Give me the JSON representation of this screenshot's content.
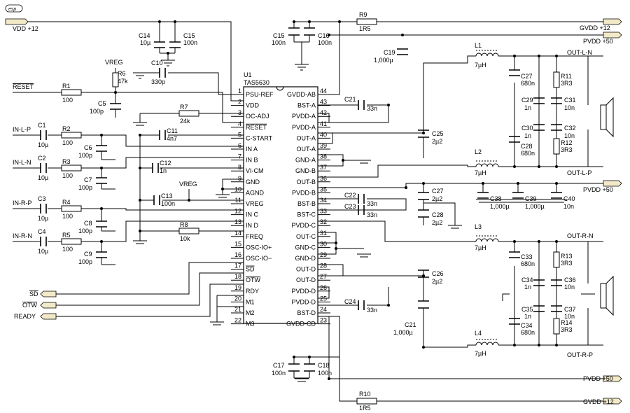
{
  "logo": "esp",
  "rails": {
    "vdd12": "VDD +12",
    "gvdd12_top": "GVDD +12",
    "pvdd50_top": "PVDD +50",
    "pvdd50_mid": "PVDD +50",
    "pvdd50_bot": "PVDD +50",
    "gvdd12_bot": "GVDD +12"
  },
  "signals": {
    "reset": "RESET",
    "in_l_p": "IN-L-P",
    "in_l_n": "IN-L-N",
    "in_r_p": "IN-R-P",
    "in_r_n": "IN-R-N",
    "sd": "SD",
    "otw": "OTW",
    "ready": "READY",
    "vreg1": "VREG",
    "vreg2": "VREG"
  },
  "outputs": {
    "l_n": "OUT-L-N",
    "l_p": "OUT-L-P",
    "r_n": "OUT-R-N",
    "r_p": "OUT-R-P"
  },
  "ic": {
    "ref": "U1",
    "part": "TAS5630"
  },
  "left_pins": [
    {
      "n": "1",
      "name": "PSU-REF"
    },
    {
      "n": "2",
      "name": "VDD"
    },
    {
      "n": "3",
      "name": "OC-ADJ"
    },
    {
      "n": "4",
      "name": "RESET"
    },
    {
      "n": "5",
      "name": "C-START"
    },
    {
      "n": "6",
      "name": "IN A"
    },
    {
      "n": "7",
      "name": "IN B"
    },
    {
      "n": "8",
      "name": "VI-CM"
    },
    {
      "n": "9",
      "name": "GND"
    },
    {
      "n": "10",
      "name": "AGND"
    },
    {
      "n": "11",
      "name": "VREG"
    },
    {
      "n": "12",
      "name": "IN C"
    },
    {
      "n": "13",
      "name": "IN D"
    },
    {
      "n": "14",
      "name": "FREQ"
    },
    {
      "n": "15",
      "name": "OSC-IO+"
    },
    {
      "n": "16",
      "name": "OSC-IO−"
    },
    {
      "n": "17",
      "name": "SD"
    },
    {
      "n": "18",
      "name": "OTW"
    },
    {
      "n": "19",
      "name": "RDY"
    },
    {
      "n": "20",
      "name": "M1"
    },
    {
      "n": "21",
      "name": "M2"
    },
    {
      "n": "22",
      "name": "M3"
    }
  ],
  "right_pins": [
    {
      "n": "44",
      "name": "GVDD-AB"
    },
    {
      "n": "43",
      "name": "BST-A"
    },
    {
      "n": "42",
      "name": "PVDD-A"
    },
    {
      "n": "41",
      "name": "PVDD-A"
    },
    {
      "n": "40",
      "name": "OUT-A"
    },
    {
      "n": "39",
      "name": "OUT-A"
    },
    {
      "n": "38",
      "name": "GND-A"
    },
    {
      "n": "37",
      "name": "GND-B"
    },
    {
      "n": "36",
      "name": "OUT-B"
    },
    {
      "n": "35",
      "name": "PVDD-B"
    },
    {
      "n": "34",
      "name": "BST-B"
    },
    {
      "n": "33",
      "name": "BST-C"
    },
    {
      "n": "32",
      "name": "PVDD-C"
    },
    {
      "n": "31",
      "name": "OUT-C"
    },
    {
      "n": "30",
      "name": "GND-C"
    },
    {
      "n": "29",
      "name": "GND-D"
    },
    {
      "n": "28",
      "name": "OUT-D"
    },
    {
      "n": "27",
      "name": "OUT-D"
    },
    {
      "n": "26",
      "name": "PVDD-D"
    },
    {
      "n": "25",
      "name": "PVDD-D"
    },
    {
      "n": "24",
      "name": "BST-D"
    },
    {
      "n": "23",
      "name": "GVDD-CD"
    }
  ],
  "parts": {
    "R1": {
      "ref": "R1",
      "val": "100"
    },
    "R2": {
      "ref": "R2",
      "val": "100"
    },
    "R3": {
      "ref": "R3",
      "val": "100"
    },
    "R4": {
      "ref": "R4",
      "val": "100"
    },
    "R5": {
      "ref": "R5",
      "val": "100"
    },
    "R6": {
      "ref": "R6",
      "val": "47k"
    },
    "R7": {
      "ref": "R7",
      "val": "24k"
    },
    "R8": {
      "ref": "R8",
      "val": "10k"
    },
    "R9": {
      "ref": "R9",
      "val": "1R5"
    },
    "R10": {
      "ref": "R10",
      "val": "1R5"
    },
    "R11": {
      "ref": "R11",
      "val": "3R3"
    },
    "R12": {
      "ref": "R12",
      "val": "3R3"
    },
    "R13": {
      "ref": "R13",
      "val": "3R3"
    },
    "R14": {
      "ref": "R14",
      "val": "3R3"
    },
    "C1": {
      "ref": "C1",
      "val": "10µ"
    },
    "C2": {
      "ref": "C2",
      "val": "10µ"
    },
    "C3": {
      "ref": "C3",
      "val": "10µ"
    },
    "C4": {
      "ref": "C4",
      "val": "10µ"
    },
    "C5": {
      "ref": "C5",
      "val": "100p"
    },
    "C6": {
      "ref": "C6",
      "val": "100p"
    },
    "C7": {
      "ref": "C7",
      "val": "100p"
    },
    "C8": {
      "ref": "C8",
      "val": "100p"
    },
    "C9": {
      "ref": "C9",
      "val": "100p"
    },
    "C10": {
      "ref": "C10",
      "val": "330p"
    },
    "C11": {
      "ref": "C11",
      "val": "4n7"
    },
    "C12": {
      "ref": "C12",
      "val": "1n"
    },
    "C13": {
      "ref": "C13",
      "val": "100n"
    },
    "C14": {
      "ref": "C14",
      "val": "10µ"
    },
    "C15a": {
      "ref": "C15",
      "val": "100n"
    },
    "C15b": {
      "ref": "C15",
      "val": "100n"
    },
    "C16": {
      "ref": "C16",
      "val": "100n"
    },
    "C17": {
      "ref": "C17",
      "val": "100n"
    },
    "C18": {
      "ref": "C18",
      "val": "100n"
    },
    "C19": {
      "ref": "C19",
      "val": "1,000µ"
    },
    "C21a": {
      "ref": "C21",
      "val": "33n"
    },
    "C21b": {
      "ref": "C21",
      "val": "1,000µ"
    },
    "C22": {
      "ref": "C22",
      "val": "33n"
    },
    "C23": {
      "ref": "C23",
      "val": "33n"
    },
    "C24": {
      "ref": "C24",
      "val": "33n"
    },
    "C25": {
      "ref": "C25",
      "val": "2µ2"
    },
    "C26": {
      "ref": "C26",
      "val": "2µ2"
    },
    "C27a": {
      "ref": "C27",
      "val": "680n"
    },
    "C27b": {
      "ref": "C27",
      "val": "2µ2"
    },
    "C28a": {
      "ref": "C28",
      "val": "680n"
    },
    "C28b": {
      "ref": "C28",
      "val": "2µ2"
    },
    "C29": {
      "ref": "C29",
      "val": "1n"
    },
    "C30": {
      "ref": "C30",
      "val": "1n"
    },
    "C31": {
      "ref": "C31",
      "val": "10n"
    },
    "C32": {
      "ref": "C32",
      "val": "10n"
    },
    "C33": {
      "ref": "C33",
      "val": "680n"
    },
    "C34a": {
      "ref": "C34",
      "val": "1n"
    },
    "C34b": {
      "ref": "C34",
      "val": "680n"
    },
    "C35": {
      "ref": "C35",
      "val": "1n"
    },
    "C36": {
      "ref": "C36",
      "val": "10n"
    },
    "C37": {
      "ref": "C37",
      "val": "10n"
    },
    "C38": {
      "ref": "C38",
      "val": "1,000µ"
    },
    "C39": {
      "ref": "C39",
      "val": "1,000µ"
    },
    "C40": {
      "ref": "C40",
      "val": "10n"
    },
    "L1": {
      "ref": "L1",
      "val": "7µH"
    },
    "L2": {
      "ref": "L2",
      "val": "7µH"
    },
    "L3": {
      "ref": "L3",
      "val": "7µH"
    },
    "L4": {
      "ref": "L4",
      "val": "7µH"
    }
  }
}
